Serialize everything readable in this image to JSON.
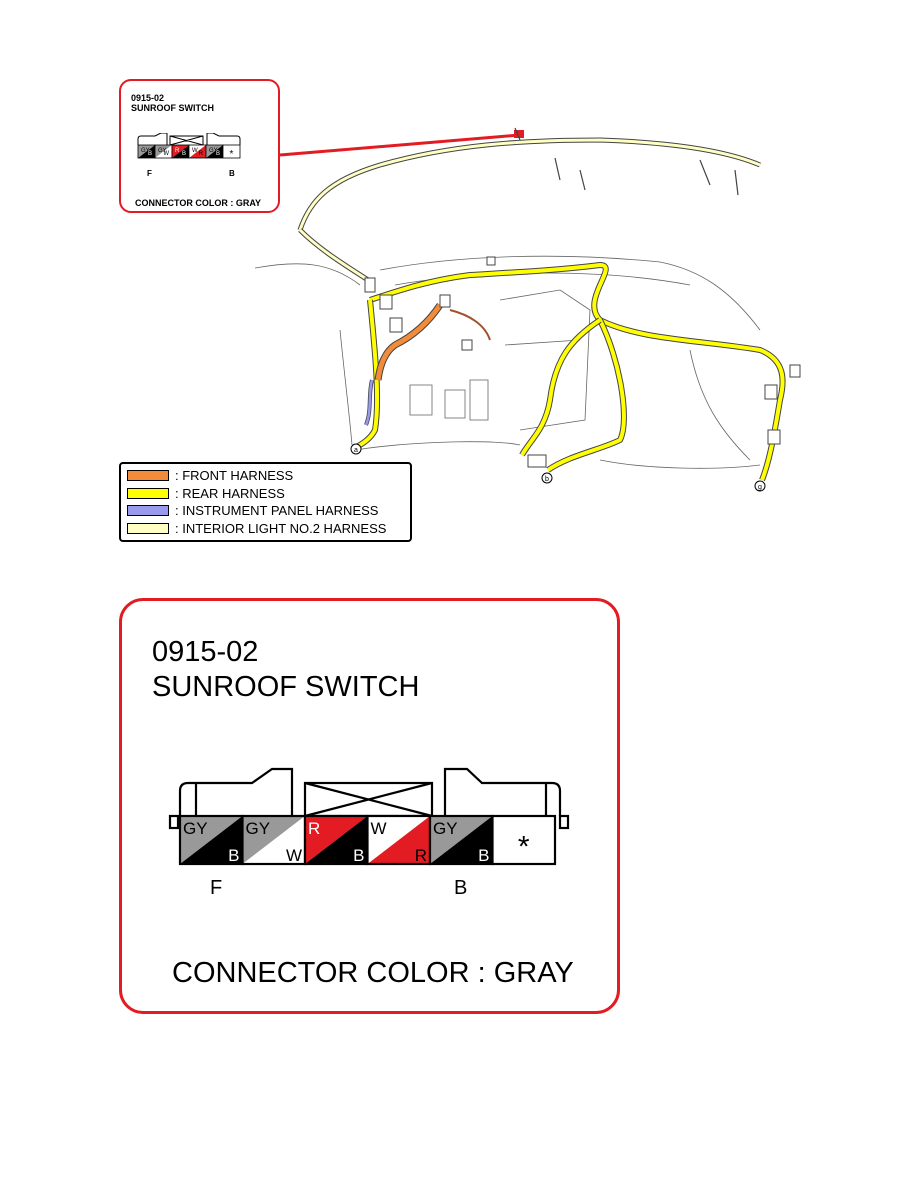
{
  "connector": {
    "code": "0915-02",
    "name": "SUNROOF SWITCH",
    "label_front": "F",
    "label_back": "B",
    "color_text": "CONNECTOR COLOR : GRAY",
    "pins": [
      {
        "top": "GY",
        "bottom": "B",
        "top_color": "#999999",
        "bottom_color": "#000000"
      },
      {
        "top": "GY",
        "bottom": "W",
        "top_color": "#999999",
        "bottom_color": "#ffffff"
      },
      {
        "top": "R",
        "bottom": "B",
        "top_color": "#e31b23",
        "bottom_color": "#000000"
      },
      {
        "top": "W",
        "bottom": "R",
        "top_color": "#ffffff",
        "bottom_color": "#e31b23"
      },
      {
        "top": "GY",
        "bottom": "B",
        "top_color": "#999999",
        "bottom_color": "#000000"
      },
      {
        "top": "*",
        "bottom": "",
        "top_color": "#ffffff",
        "bottom_color": "#ffffff"
      }
    ]
  },
  "legend": {
    "items": [
      {
        "color": "#f28c3a",
        "label": ": FRONT HARNESS"
      },
      {
        "color": "#ffff00",
        "label": ": REAR HARNESS"
      },
      {
        "color": "#9999ee",
        "label": ": INSTRUMENT PANEL HARNESS"
      },
      {
        "color": "#ffffc4",
        "label": ": INTERIOR LIGHT NO.2 HARNESS"
      }
    ]
  },
  "markers": [
    "a",
    "b",
    "g"
  ],
  "colors": {
    "callout_border": "#e31b23",
    "rear_harness": "#ffff00",
    "front_harness": "#f28c3a"
  }
}
